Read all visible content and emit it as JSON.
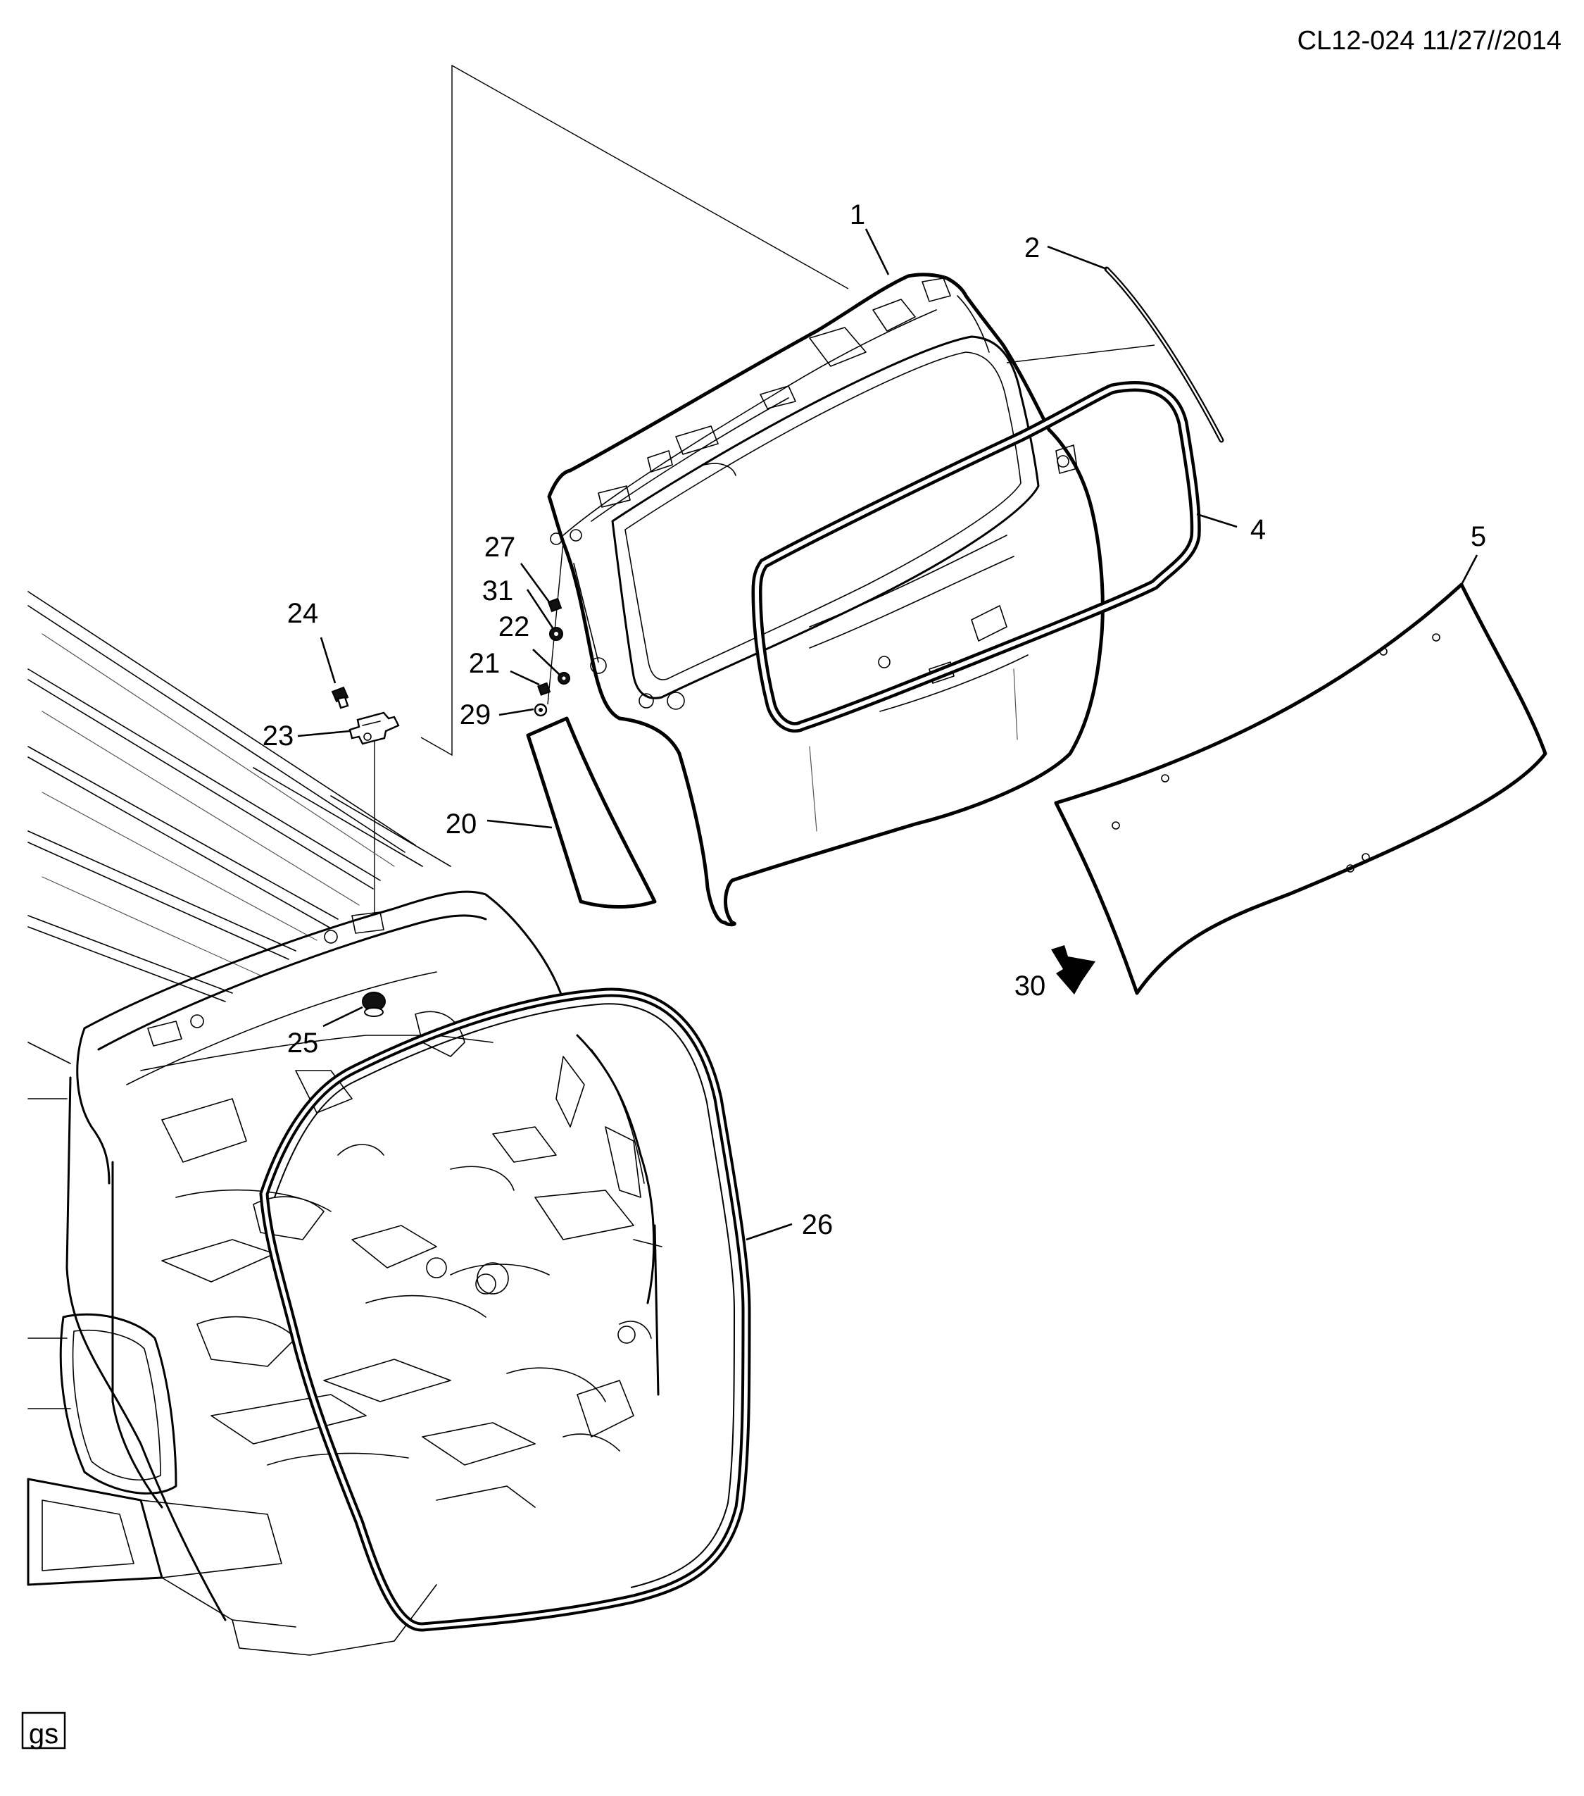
{
  "header": {
    "drawing_code": "CL12-024 11/27//2014"
  },
  "footer": {
    "badge": "gs"
  },
  "callouts": {
    "c1": "1",
    "c2": "2",
    "c4": "4",
    "c5": "5",
    "c20": "20",
    "c21": "21",
    "c22": "22",
    "c23": "23",
    "c24": "24",
    "c25": "25",
    "c26": "26",
    "c27": "27",
    "c29": "29",
    "c30": "30",
    "c31": "31"
  }
}
